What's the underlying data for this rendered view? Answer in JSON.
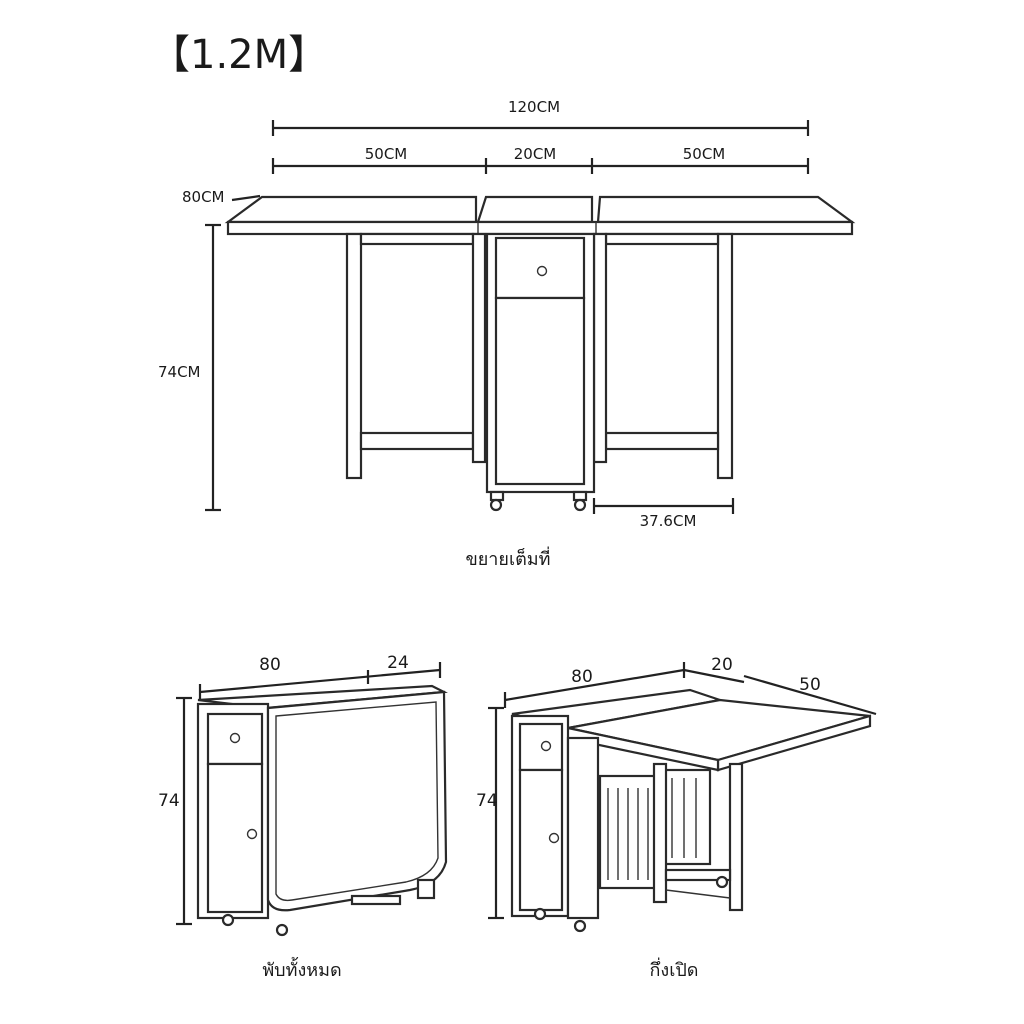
{
  "title": "【1.2M】",
  "fully_extended": {
    "total_width": "120CM",
    "left_leaf": "50CM",
    "middle": "20CM",
    "right_leaf": "50CM",
    "depth": "80CM",
    "height": "74CM",
    "leg_span": "37.6CM",
    "caption": "ขยายเต็มที่"
  },
  "fully_folded": {
    "width": "80",
    "depth": "24",
    "height": "74",
    "caption": "พับทั้งหมด"
  },
  "half_open": {
    "width": "80",
    "middle": "20",
    "leaf": "50",
    "height": "74",
    "caption": "กึ่งเปิด"
  }
}
